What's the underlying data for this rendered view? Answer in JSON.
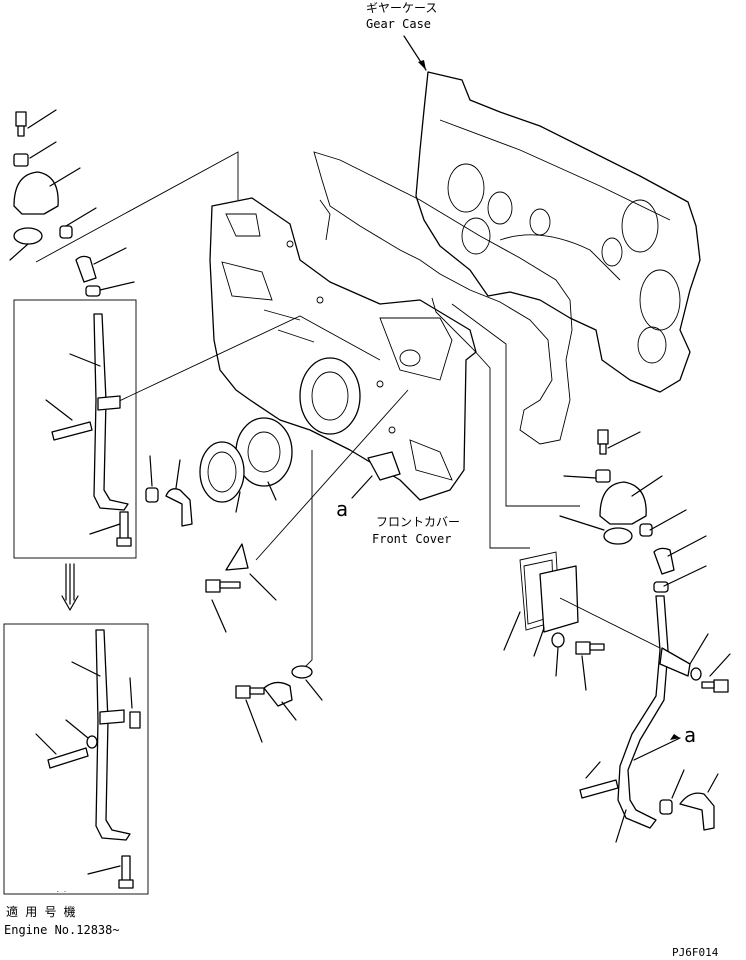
{
  "labels": {
    "gear_case_jp": "ギヤーケース",
    "gear_case_en": "Gear Case",
    "front_cover_jp": "フロントカバー",
    "front_cover_en": "Front Cover",
    "callout_a1": "a",
    "callout_a2": "a",
    "applicable_jp": "適 用 号 機",
    "engine_no": "Engine No.12838~",
    "drawing_code": "PJ6F014"
  }
}
